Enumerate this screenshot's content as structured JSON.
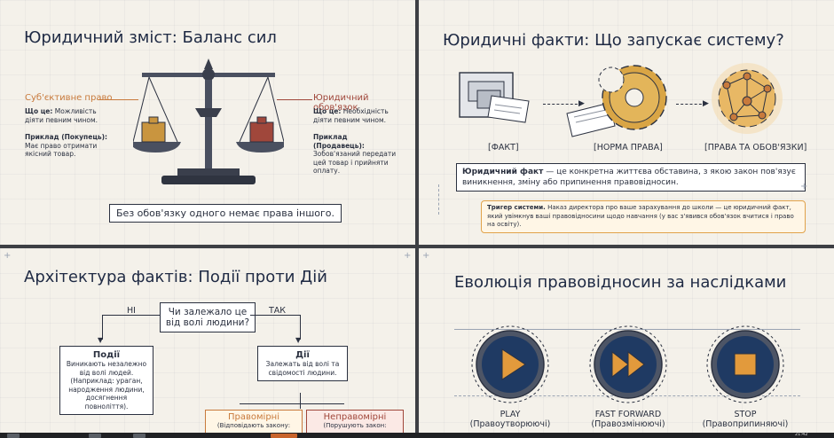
{
  "s1": {
    "title": "Юридичний зміст: Баланс сил",
    "left_head": "Суб'єктивне право",
    "left_what_b": "Що це:",
    "left_what": "Можливість діяти певним чином.",
    "left_ex_b": "Приклад (Покупець):",
    "left_ex": "Має право отримати якісний товар.",
    "right_head": "Юридичний обов'язок",
    "right_what_b": "Що це:",
    "right_what": "Необхідність діяти певним чином.",
    "right_ex_b": "Приклад (Продавець):",
    "right_ex": "Зобов'язаний передати цей товар і прийняти оплату.",
    "bottom": "Без обов'язку одного немає права іншого."
  },
  "s2": {
    "title": "Юридичні факти: Що запускає систему?",
    "lab1": "[ФАКТ]",
    "lab2": "[НОРМА ПРАВА]",
    "lab3": "[ПРАВА ТА ОБОВ'ЯЗКИ]",
    "def_b": "Юридичний факт",
    "def": " — це конкретна життєва обставина, з якою закон пов'язує виникнення, зміну або припинення правовідносин.",
    "trig_b": "Тригер системи.",
    "trig": " Наказ директора про ваше зарахування до школи — це юридичний факт, який увімкнув ваші правовідносини щодо навчання (у вас з'явився обов'язок вчитися і право на освіту)."
  },
  "s3": {
    "title": "Архітектура фактів: Події проти Дій",
    "question": "Чи залежало це від волі людини?",
    "no": "НІ",
    "yes": "ТАК",
    "ev_title": "Події",
    "ev_text": "Виникають незалежно від волі людей. (Наприклад: ураган, народження людини, досягнення повноліття).",
    "act_title": "Дії",
    "act_text": "Залежать від волі та свідомості людини.",
    "lawful": "Правомірні",
    "lawful_sub": "(Відповідають закону:",
    "unlawful": "Неправомірні",
    "unlawful_sub": "(Порушують закон:"
  },
  "s4": {
    "title": "Еволюція правовідносин за наслідками",
    "items": [
      {
        "name": "PLAY",
        "sub": "(Правоутворюючі)"
      },
      {
        "name": "FAST FORWARD",
        "sub": "(Правозмінюючі)"
      },
      {
        "name": "STOP",
        "sub": "(Правоприпиняючі)"
      }
    ]
  },
  "taskbar": {
    "clock": "21:42"
  },
  "colors": {
    "navy": "#1f2a44",
    "orange": "#c87a3c",
    "gold": "#d9a545",
    "brick": "#a0473b"
  }
}
